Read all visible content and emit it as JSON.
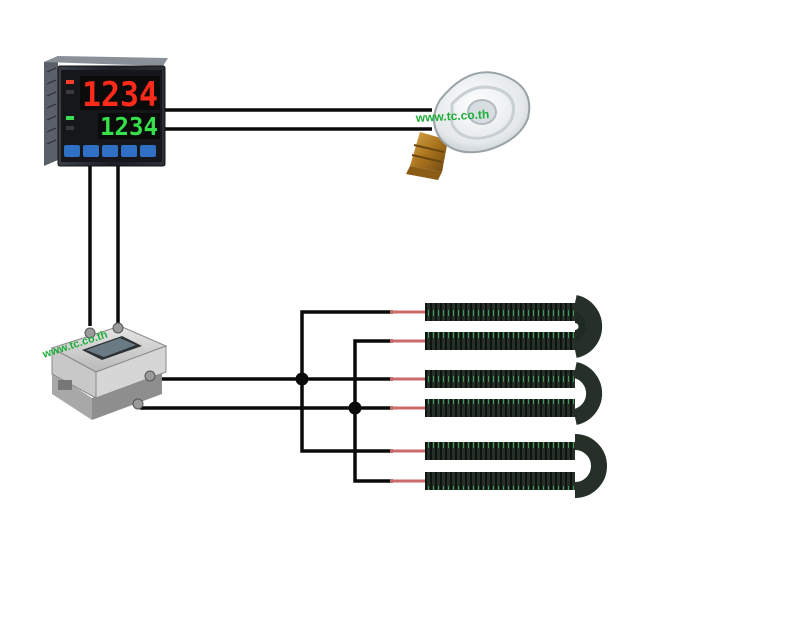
{
  "controller": {
    "pv_display": "1234",
    "sv_display": "1234",
    "pv_color": "#ff2a1a",
    "sv_color": "#35e04a"
  },
  "sensor": {
    "watermark": "www.tc.co.th",
    "watermark_color": "#1fae3a"
  },
  "ssr": {
    "watermark": "www.tc.co.th",
    "watermark_color": "#1fae3a"
  },
  "heaters": [
    {
      "id": "heater-1",
      "coil_color": "#1f2a22",
      "accent": "#2e8a45"
    },
    {
      "id": "heater-2",
      "coil_color": "#1f2a22",
      "accent": "#2e8a45"
    },
    {
      "id": "heater-3",
      "coil_color": "#1f2a22",
      "accent": "#2e8a45"
    }
  ],
  "wire_color": "#0a0a0a"
}
